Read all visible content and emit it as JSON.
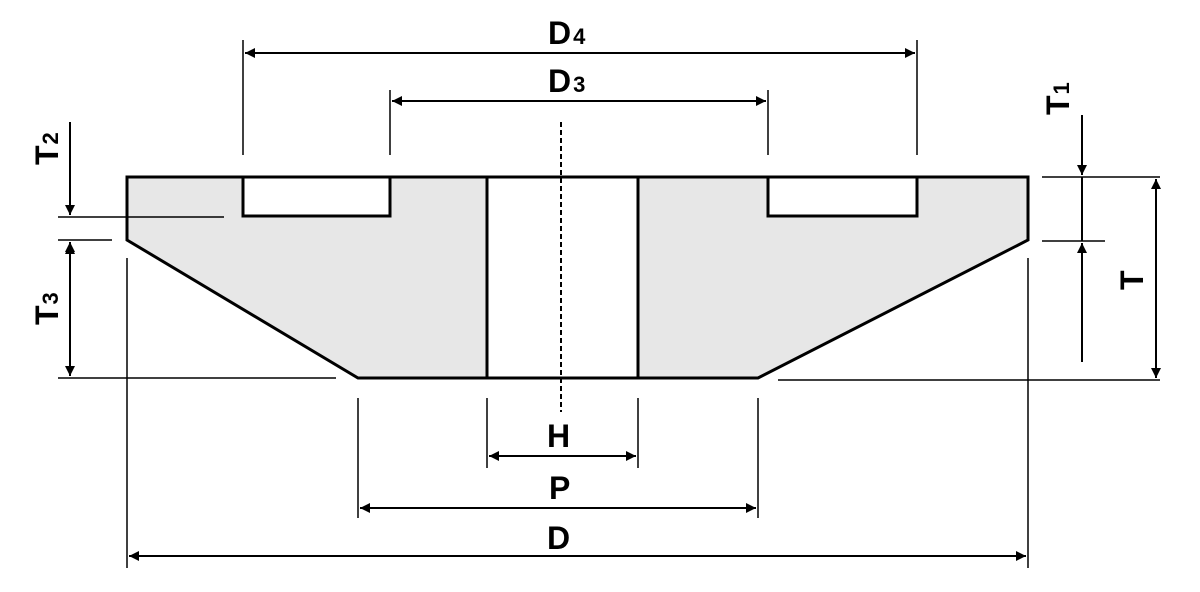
{
  "diagram": {
    "labels": {
      "D4": {
        "main": "D",
        "sub": "4"
      },
      "D3": {
        "main": "D",
        "sub": "3"
      },
      "T1": {
        "main": "T",
        "sub": "1"
      },
      "T2": {
        "main": "T",
        "sub": "2"
      },
      "T3": {
        "main": "T",
        "sub": "3"
      },
      "T": {
        "main": "T"
      },
      "H": {
        "main": "H"
      },
      "P": {
        "main": "P"
      },
      "D": {
        "main": "D"
      }
    },
    "colors": {
      "part_fill": "#e7e7e7",
      "line": "#000000",
      "background": "#ffffff"
    }
  }
}
